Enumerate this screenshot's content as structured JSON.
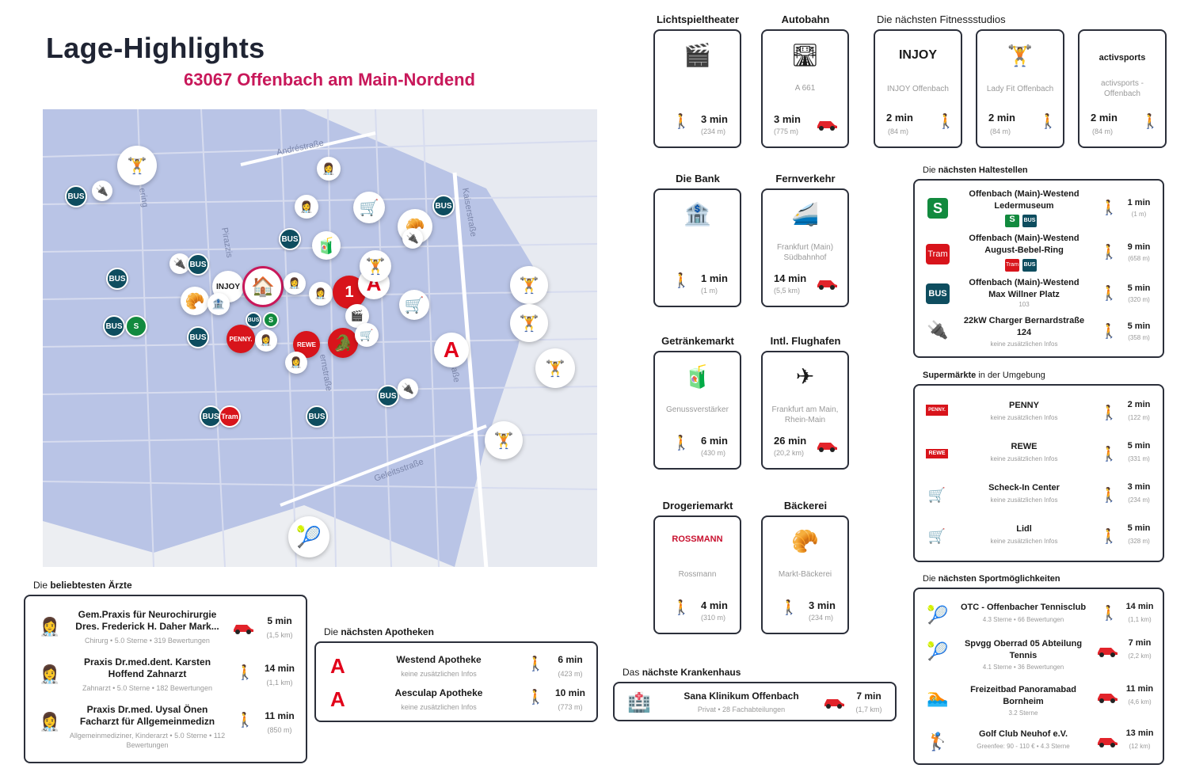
{
  "title": "Lage-Highlights",
  "subtitle": "63067 Offenbach am Main-Nordend",
  "map": {
    "streets": [
      "Andréstraße",
      "Kaiserstraße",
      "Geleitsstraße",
      "ering",
      "Pirazzis",
      "ernstraße",
      "traße"
    ],
    "badges": {
      "bus": "BUS",
      "s": "S",
      "tram": "Tram",
      "penny": "PENNY.",
      "rewe": "REWE",
      "injoy": "INJOY"
    }
  },
  "top_cards": [
    {
      "title": "Lichtspieltheater",
      "name": "",
      "min": "3 min",
      "dist": "(234 m)",
      "mode": "walk",
      "icon": "cinema-icon"
    },
    {
      "title": "Autobahn",
      "name": "A 661",
      "min": "3 min",
      "dist": "(775 m)",
      "mode": "car",
      "icon": "autobahn-icon"
    },
    {
      "title": "Die Bank",
      "name": "",
      "min": "1 min",
      "dist": "(1 m)",
      "mode": "walk",
      "icon": "bank-icon"
    },
    {
      "title": "Fernverkehr",
      "name": "Frankfurt (Main) Südbahnhof",
      "min": "14 min",
      "dist": "(5,5 km)",
      "mode": "car",
      "icon": "train-icon"
    },
    {
      "title": "Getränkemarkt",
      "name": "Genussverstärker",
      "min": "6 min",
      "dist": "(430 m)",
      "mode": "walk",
      "icon": "drink-icon"
    },
    {
      "title": "Intl. Flughafen",
      "name": "Frankfurt am Main, Rhein-Main",
      "min": "26 min",
      "dist": "(20,2 km)",
      "mode": "car",
      "icon": "plane-icon"
    },
    {
      "title": "Drogeriemarkt",
      "name": "Rossmann",
      "min": "4 min",
      "dist": "(310 m)",
      "mode": "walk",
      "icon": "rossmann-icon"
    },
    {
      "title": "Bäckerei",
      "name": "Markt-Bäckerei",
      "min": "3 min",
      "dist": "(234 m)",
      "mode": "walk",
      "icon": "bakery-icon"
    }
  ],
  "fitness": {
    "title": "Die nächsten Fitnessstudios",
    "items": [
      {
        "name": "INJOY Offenbach",
        "min": "2 min",
        "dist": "(84 m)",
        "logo": "INJOY"
      },
      {
        "name": "Lady Fit Offenbach",
        "min": "2 min",
        "dist": "(84 m)",
        "logo": ""
      },
      {
        "name": "activsports - Offenbach",
        "min": "2 min",
        "dist": "(84 m)",
        "logo": "activsports"
      }
    ]
  },
  "stops": {
    "title_pre": "Die ",
    "title_b": "nächsten Haltestellen",
    "items": [
      {
        "name": "Offenbach (Main)-Westend Ledermuseum",
        "sub": "",
        "min": "1 min",
        "dist": "(1 m)",
        "badge": "S"
      },
      {
        "name": "Offenbach (Main)-Westend August-Bebel-Ring",
        "sub": "",
        "min": "9 min",
        "dist": "(658 m)",
        "badge": "Tram"
      },
      {
        "name": "Offenbach (Main)-Westend Max Willner Platz",
        "sub": "103",
        "min": "5 min",
        "dist": "(320 m)",
        "badge": "BUS"
      },
      {
        "name": "22kW Charger Bernardstraße 124",
        "sub": "keine zusätzlichen Infos",
        "min": "5 min",
        "dist": "(358 m)",
        "badge": "charger"
      }
    ]
  },
  "supermarkets": {
    "title_b": "Supermärkte",
    "title_post": " in der Umgebung",
    "items": [
      {
        "name": "PENNY",
        "sub": "keine zusätzlichen Infos",
        "min": "2 min",
        "dist": "(122 m)",
        "logo": "PENNY."
      },
      {
        "name": "REWE",
        "sub": "keine zusätzlichen Infos",
        "min": "5 min",
        "dist": "(331 m)",
        "logo": "REWE"
      },
      {
        "name": "Scheck-In Center",
        "sub": "keine zusätzlichen Infos",
        "min": "3 min",
        "dist": "(234 m)",
        "logo": ""
      },
      {
        "name": "Lidl",
        "sub": "keine zusätzlichen Infos",
        "min": "5 min",
        "dist": "(328 m)",
        "logo": ""
      }
    ]
  },
  "sports": {
    "title_pre": "Die ",
    "title_b": "nächsten Sportmöglichkeiten",
    "items": [
      {
        "name": "OTC - Offenbacher Tennisclub",
        "sub": "4.3 Sterne • 66 Bewertungen",
        "min": "14 min",
        "dist": "(1,1 km)",
        "mode": "walk"
      },
      {
        "name": "Spvgg Oberrad 05 Abteilung Tennis",
        "sub": "4.1 Sterne • 36 Bewertungen",
        "min": "7 min",
        "dist": "(2,2 km)",
        "mode": "car"
      },
      {
        "name": "Freizeitbad Panoramabad Bornheim",
        "sub": "3.2 Sterne",
        "min": "11 min",
        "dist": "(4,6 km)",
        "mode": "car"
      },
      {
        "name": "Golf Club Neuhof e.V.",
        "sub": "Greenfee: 90 - 110 € • 4.3 Sterne",
        "min": "13 min",
        "dist": "(12 km)",
        "mode": "car"
      }
    ]
  },
  "doctors": {
    "title_pre": "Die ",
    "title_b": "beliebtesten Ärzte",
    "items": [
      {
        "name": "Gem.Praxis für Neurochirurgie Dres. Frederick H. Daher Mark...",
        "sub": "Chirurg • 5.0 Sterne • 319 Bewertungen",
        "min": "5 min",
        "dist": "(1,5 km)",
        "mode": "car"
      },
      {
        "name": "Praxis Dr.med.dent. Karsten Hoffend Zahnarzt",
        "sub": "Zahnarzt • 5.0 Sterne • 182 Bewertungen",
        "min": "14 min",
        "dist": "(1,1 km)",
        "mode": "walk"
      },
      {
        "name": "Praxis Dr.med. Uysal Önen Facharzt für Allgemeinmedizn",
        "sub": "Allgemeinmediziner, Kinderarzt • 5.0 Sterne • 112 Bewertungen",
        "min": "11 min",
        "dist": "(850 m)",
        "mode": "walk"
      }
    ]
  },
  "pharmacies": {
    "title_pre": "Die ",
    "title_b": "nächsten Apotheken",
    "items": [
      {
        "name": "Westend Apotheke",
        "sub": "keine zusätzlichen Infos",
        "min": "6 min",
        "dist": "(423 m)"
      },
      {
        "name": "Aesculap Apotheke",
        "sub": "keine zusätzlichen Infos",
        "min": "10 min",
        "dist": "(773 m)"
      }
    ]
  },
  "hospital": {
    "title_pre": "Das ",
    "title_b": "nächste Krankenhaus",
    "name": "Sana Klinikum Offenbach",
    "sub": "Privat • 28 Fachabteilungen",
    "min": "7 min",
    "dist": "(1,7 km)"
  },
  "colors": {
    "accent": "#c8185a",
    "map": "#b9c4e6",
    "bus": "#0e4d5f",
    "sbahn": "#128a3e",
    "tram": "#d8141b",
    "pharmacy": "#e2001a"
  }
}
